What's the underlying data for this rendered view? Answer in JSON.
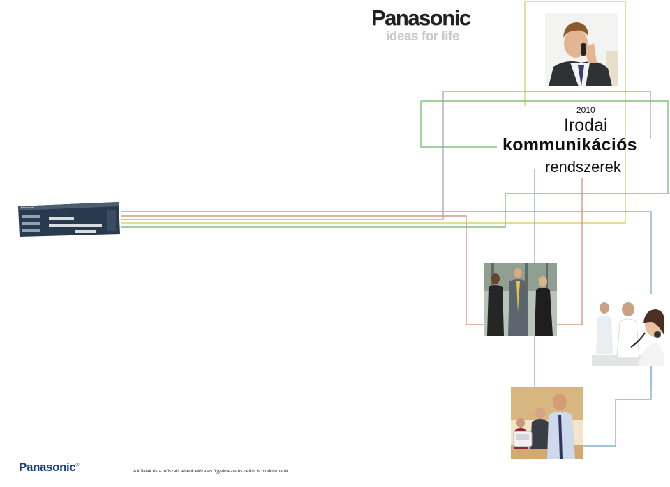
{
  "brand": {
    "name": "Panasonic",
    "tagline": "ideas for life",
    "color": "#1a3c8c"
  },
  "cover": {
    "year": "2010",
    "title_line_1": "Irodai",
    "title_line_2": "kommunikációs",
    "title_line_3": "rendszerek"
  },
  "footer": {
    "logo": "Panasonic",
    "registered_mark": "®",
    "disclaimer": "A külalak és a műszaki adatok előzetes figyelmeztetés nélkül is módosíthatók."
  },
  "device": {
    "label": "Panasonic"
  },
  "line_colors": {
    "green": "#7fc07a",
    "blue": "#8ab2cc",
    "red": "#d79a88",
    "yellow": "#d9cf7a",
    "violet": "#a9a9c8"
  }
}
